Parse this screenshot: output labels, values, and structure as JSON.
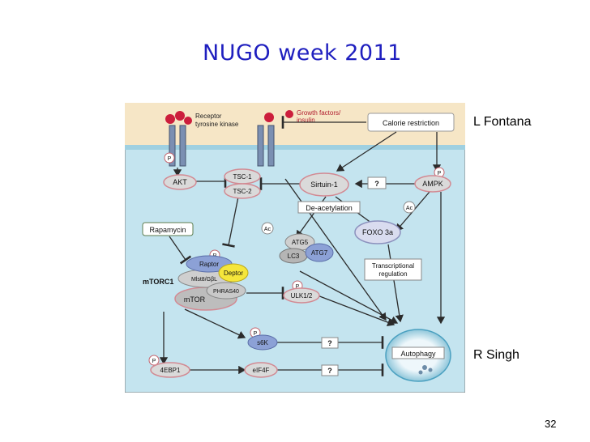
{
  "slide": {
    "title": "NUGO week 2011",
    "label_top": "L Fontana",
    "label_bottom": "R Singh",
    "page_number": "32"
  },
  "diagram": {
    "receptor": "Receptor",
    "receptor_sub": "tyrosine kinase",
    "growth_factors": "Growth factors/",
    "insulin": "insulin",
    "calorie_restriction": "Calorie restriction",
    "p": "P",
    "ac": "Ac",
    "akt": "AKT",
    "tsc1": "TSC-1",
    "tsc2": "TSC-2",
    "sirtuin": "Sirtuin-1",
    "question": "?",
    "ampk": "AMPK",
    "deacetylation": "De-acetylation",
    "rapamycin": "Rapamycin",
    "foxo": "FOXO 3a",
    "atg5": "ATG5",
    "lc3": "LC3",
    "atg7": "ATG7",
    "transcriptional": "Transcriptional",
    "regulation": "regulation",
    "raptor": "Raptor",
    "deptor": "Deptor",
    "mlst8": "Mlst8/GβL",
    "mtorc1": "mTORC1",
    "pras40": "PHRAS40",
    "mtor": "mTOR",
    "ulk": "ULK1/2",
    "s6k": "s6K",
    "autophagy": "Autophagy",
    "eif4f": "eIF4F",
    "fourebp1": "4EBP1"
  }
}
